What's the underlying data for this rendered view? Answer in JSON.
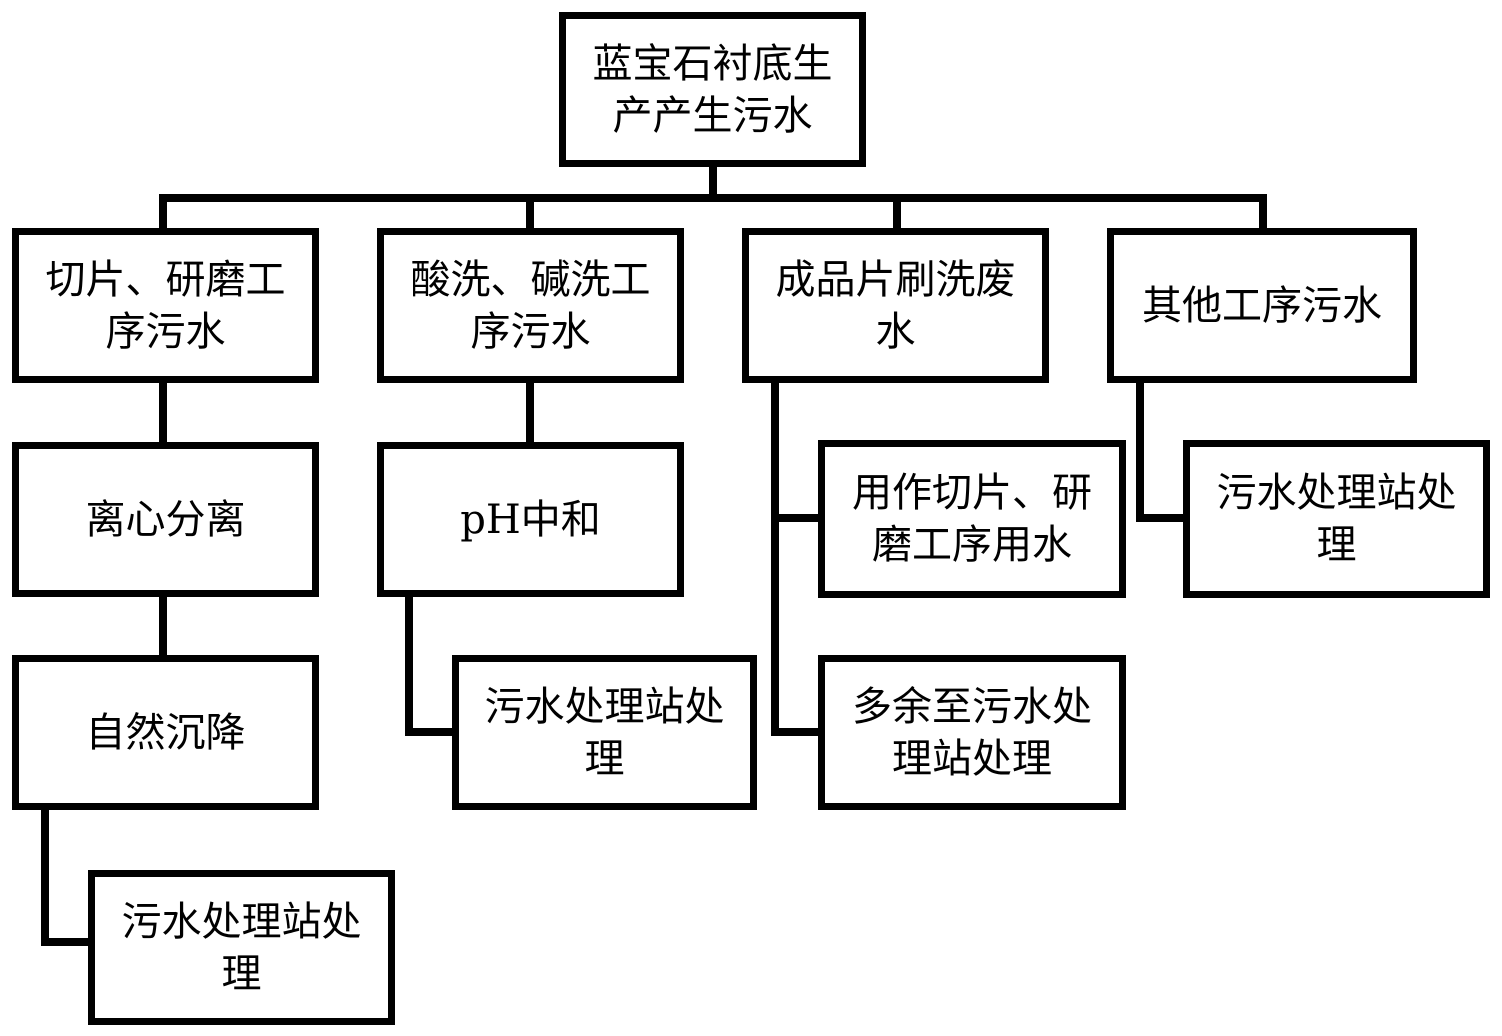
{
  "nodes": {
    "root": "蓝宝石衬底生产产生污水",
    "b1": "切片、研磨工序污水",
    "b2": "酸洗、碱洗工序污水",
    "b3": "成品片刷洗废水",
    "b4": "其他工序污水",
    "b1_s1": "离心分离",
    "b1_s2": "自然沉降",
    "b1_s3": "污水处理站处理",
    "b2_s1": "pH中和",
    "b2_s2": "污水处理站处理",
    "b3_s1": "用作切片、研磨工序用水",
    "b3_s2": "多余至污水处理站处理",
    "b4_s1": "污水处理站处理"
  },
  "style": {
    "line_color": "#000000",
    "box_border": "#000000",
    "background": "#ffffff"
  }
}
